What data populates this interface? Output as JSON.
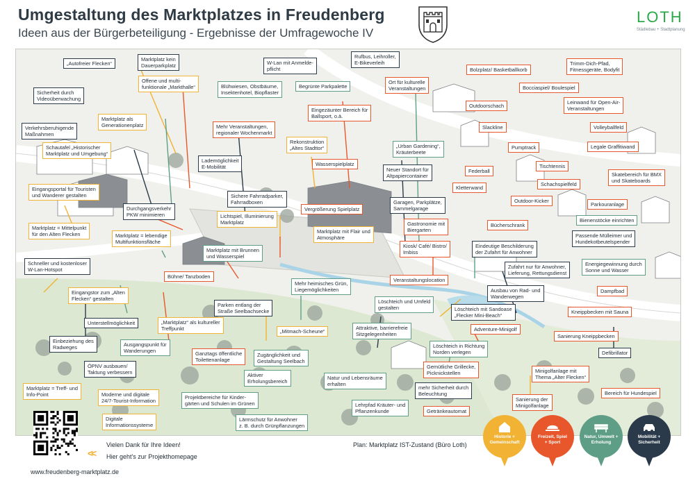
{
  "header": {
    "title": "Umgestaltung des Marktplatzes in Freudenberg",
    "subtitle": "Ideen aus der Bürgerbeteiligung - Ergebnisse der Umfragewoche IV",
    "logo": "LOTH",
    "logo_sub": "Städtebau + Stadtplanung"
  },
  "colors": {
    "historie": "#f2b233",
    "freizeit": "#e8572b",
    "natur": "#5f9e86",
    "mobil": "#2b3a4a"
  },
  "labels": [
    {
      "id": "l1",
      "text": "„Autofreier Flecken“",
      "cat": "mobil"
    },
    {
      "id": "l2",
      "text": "Marktplatz kein\nDauerparkplatz",
      "cat": "mobil"
    },
    {
      "id": "l3",
      "text": "Offene und multi-\nfunktionale „Markthalle“",
      "cat": "historie"
    },
    {
      "id": "l4",
      "text": "Sicherheit durch\nVideoüberwachung",
      "cat": "mobil"
    },
    {
      "id": "l5",
      "text": "Marktplatz als\nGenerationenplatz",
      "cat": "historie"
    },
    {
      "id": "l6",
      "text": "Verkehrsberuhigende\nMaßnahmen",
      "cat": "mobil"
    },
    {
      "id": "l7",
      "text": "Schautafel „Historischer\nMarktplatz und Umgebung“",
      "cat": "historie"
    },
    {
      "id": "l8",
      "text": "Eingangsportal für Touristen\nund Wanderer gestalten",
      "cat": "historie"
    },
    {
      "id": "l9",
      "text": "Durchgangsverkehr\nPKW minimieren",
      "cat": "mobil"
    },
    {
      "id": "l10",
      "text": "Marktplatz = Mittelpunkt\nfür den Alten Flecken",
      "cat": "historie"
    },
    {
      "id": "l11",
      "text": "Marktplatz = lebendige\nMultifunktionsfläche",
      "cat": "historie"
    },
    {
      "id": "l12",
      "text": "Schneller und kostenloser\nW-Lan-Hotspot",
      "cat": "mobil"
    },
    {
      "id": "l13",
      "text": "Bühne/ Tanzboden",
      "cat": "freizeit"
    },
    {
      "id": "l14",
      "text": "Eingangstor zum „Alten\nFlecken“ gestalten",
      "cat": "historie"
    },
    {
      "id": "l15",
      "text": "Unterstellmöglichkeit",
      "cat": "mobil"
    },
    {
      "id": "l16",
      "text": "„Marktplatz“ als kultureller\nTreffpunkt",
      "cat": "historie"
    },
    {
      "id": "l17",
      "text": "Einbeziehung des\nRadweges",
      "cat": "mobil"
    },
    {
      "id": "l18",
      "text": "Ausgangspunkt für\nWanderungen",
      "cat": "natur"
    },
    {
      "id": "l19",
      "text": "ÖPNV ausbauen/\nTaktung verbessern",
      "cat": "mobil"
    },
    {
      "id": "l20",
      "text": "Ganztags öffentliche\nToilettenanlage",
      "cat": "freizeit"
    },
    {
      "id": "l21",
      "text": "Marktplatz = Treff- und\nInfo-Point",
      "cat": "historie"
    },
    {
      "id": "l22",
      "text": "Moderne und digitale\n24/7-Tourist-Information",
      "cat": "historie"
    },
    {
      "id": "l23",
      "text": "Digitale\nInformationssysteme",
      "cat": "historie"
    },
    {
      "id": "l24",
      "text": "Projektbereiche für Kinder-\ngärten und Schulen im Grünen",
      "cat": "natur"
    },
    {
      "id": "l25",
      "text": "Lärmschutz für Anwohner\nz. B. durch Grünpflanzungen",
      "cat": "natur"
    },
    {
      "id": "l26",
      "text": "W-Lan mit Anmelde-\npflicht",
      "cat": "mobil"
    },
    {
      "id": "l27",
      "text": "Rufbus, Leihroller,\nE-Bikeverleih",
      "cat": "mobil"
    },
    {
      "id": "l28",
      "text": "Blühwiesen, Obstbäume,\nInsektenhotel, Biopflaster",
      "cat": "natur"
    },
    {
      "id": "l29",
      "text": "Begrünte Parkpalette",
      "cat": "natur"
    },
    {
      "id": "l30",
      "text": "Ort für kulturelle\nVeranstaltungen",
      "cat": "freizeit"
    },
    {
      "id": "l31",
      "text": "Eingezäunter Bereich für\nBallsport, o.ä.",
      "cat": "freizeit"
    },
    {
      "id": "l32",
      "text": "Mehr Veranstaltungen,\nregionaler Wochenmarkt",
      "cat": "freizeit"
    },
    {
      "id": "l33",
      "text": "Rekonstruktion\n„Altes Stadttor“",
      "cat": "historie"
    },
    {
      "id": "l34",
      "text": "„Urban Gardening“,\nKräuterbeete",
      "cat": "natur"
    },
    {
      "id": "l35",
      "text": "Lademöglichkeit\nE-Mobilität",
      "cat": "mobil"
    },
    {
      "id": "l36",
      "text": "Wasserspielplatz",
      "cat": "freizeit"
    },
    {
      "id": "l37",
      "text": "Neuer Standort für\nAltpapiercontainer",
      "cat": "mobil"
    },
    {
      "id": "l38",
      "text": "Sichere Fahrradparker,\nFahrradboxen",
      "cat": "mobil"
    },
    {
      "id": "l39",
      "text": "Garagen, Parkplätze,\nSammelgarage",
      "cat": "mobil"
    },
    {
      "id": "l40",
      "text": "Vergrößerung Spielplatz",
      "cat": "freizeit"
    },
    {
      "id": "l41",
      "text": "Lichtspiel, Illuminierung\nMarktplatz",
      "cat": "historie"
    },
    {
      "id": "l42",
      "text": "Gastronomie mit\nBiergarten",
      "cat": "freizeit"
    },
    {
      "id": "l43",
      "text": "Marktplatz mit Flair und\nAtmosphäre",
      "cat": "historie"
    },
    {
      "id": "l44",
      "text": "Marktplatz mit Brunnen\nund Wasserspiel",
      "cat": "natur"
    },
    {
      "id": "l45",
      "text": "Kiosk/ Café/ Bistro/\nImbiss",
      "cat": "freizeit"
    },
    {
      "id": "l46",
      "text": "Mehr heimisches Grün,\nLiegemöglichkeiten",
      "cat": "natur"
    },
    {
      "id": "l47",
      "text": "Veranstaltungslocation",
      "cat": "freizeit"
    },
    {
      "id": "l48",
      "text": "Parken entlang der\nStraße Seelbachsecke",
      "cat": "mobil"
    },
    {
      "id": "l49",
      "text": "Löschteich und Umfeld\ngestalten",
      "cat": "natur"
    },
    {
      "id": "l50",
      "text": "„Mitmach-Scheune“",
      "cat": "historie"
    },
    {
      "id": "l51",
      "text": "Attraktive, barrierefreie\nSitzgelegenheiten",
      "cat": "natur"
    },
    {
      "id": "l52",
      "text": "Zugänglichkeit und\nGestaltung Seelbach",
      "cat": "natur"
    },
    {
      "id": "l53",
      "text": "Aktiver\nErholungsbereich",
      "cat": "natur"
    },
    {
      "id": "l54",
      "text": "Natur und Lebensräume\nerhalten",
      "cat": "natur"
    },
    {
      "id": "l55",
      "text": "Lehrpfad Kräuter- und\nPflanzenkunde",
      "cat": "natur"
    },
    {
      "id": "l56",
      "text": "Bolzplatz/ Basketballkorb",
      "cat": "freizeit"
    },
    {
      "id": "l57",
      "text": "Trimm-Dich-Pfad,\nFitnessgeräte, Bodyfit",
      "cat": "freizeit"
    },
    {
      "id": "l58",
      "text": "Bocciaspiel/ Boulespiel",
      "cat": "freizeit"
    },
    {
      "id": "l59",
      "text": "Outdoorschach",
      "cat": "freizeit"
    },
    {
      "id": "l60",
      "text": "Leinwand für Open-Air-\nVeranstaltungen",
      "cat": "freizeit"
    },
    {
      "id": "l61",
      "text": "Slackline",
      "cat": "freizeit"
    },
    {
      "id": "l62",
      "text": "Volleyballfeld",
      "cat": "freizeit"
    },
    {
      "id": "l63",
      "text": "Pumptrack",
      "cat": "freizeit"
    },
    {
      "id": "l64",
      "text": "Legale Graffitiwand",
      "cat": "freizeit"
    },
    {
      "id": "l65",
      "text": "Tischtennis",
      "cat": "freizeit"
    },
    {
      "id": "l66",
      "text": "Federball",
      "cat": "freizeit"
    },
    {
      "id": "l67",
      "text": "Skatebereich für BMX\nund Skateboards",
      "cat": "freizeit"
    },
    {
      "id": "l68",
      "text": "Schachspielfeld",
      "cat": "freizeit"
    },
    {
      "id": "l69",
      "text": "Kletterwand",
      "cat": "freizeit"
    },
    {
      "id": "l70",
      "text": "Outdoor-Kicker",
      "cat": "freizeit"
    },
    {
      "id": "l71",
      "text": "Parkouranlage",
      "cat": "freizeit"
    },
    {
      "id": "l72",
      "text": "Bücherschrank",
      "cat": "freizeit"
    },
    {
      "id": "l73",
      "text": "Bienenstöcke einrichten",
      "cat": "natur"
    },
    {
      "id": "l74",
      "text": "Passende Mülleimer und\nHundekotbeutelspender",
      "cat": "mobil"
    },
    {
      "id": "l75",
      "text": "Eindeutige Beschilderung\nder Zufahrt für Anwohner",
      "cat": "mobil"
    },
    {
      "id": "l76",
      "text": "Energiegewinnung durch\nSonne und Wasser",
      "cat": "natur"
    },
    {
      "id": "l77",
      "text": "Zufahrt nur für Anwohner,\nLieferung, Rettungsdienst",
      "cat": "mobil"
    },
    {
      "id": "l78",
      "text": "Dampfbad",
      "cat": "freizeit"
    },
    {
      "id": "l79",
      "text": "Ausbau von Rad- und\nWanderwegen",
      "cat": "mobil"
    },
    {
      "id": "l80",
      "text": "Löschteich mit Sandoase\n„Flecker Mini-Beach“",
      "cat": "mobil"
    },
    {
      "id": "l81",
      "text": "Kneippbecken mit Sauna",
      "cat": "freizeit"
    },
    {
      "id": "l82",
      "text": "Adventure-Minigolf",
      "cat": "freizeit"
    },
    {
      "id": "l83",
      "text": "Sanierung Kneippbecken",
      "cat": "freizeit"
    },
    {
      "id": "l84",
      "text": "Löschteich in Richtung\nNorden verlegen",
      "cat": "natur"
    },
    {
      "id": "l85",
      "text": "Defibrillator",
      "cat": "mobil"
    },
    {
      "id": "l86",
      "text": "Gemütliche Grillecke,\nPicknickstellen",
      "cat": "freizeit"
    },
    {
      "id": "l87",
      "text": "Minigolfanlage mit\nThema „Alter Flecken“",
      "cat": "freizeit"
    },
    {
      "id": "l88",
      "text": "mehr Sicherheit durch\nBeleuchtung",
      "cat": "mobil"
    },
    {
      "id": "l89",
      "text": "Sanierung der\nMinigolfanlage",
      "cat": "freizeit"
    },
    {
      "id": "l90",
      "text": "Bereich für Hundespiel",
      "cat": "freizeit"
    },
    {
      "id": "l91",
      "text": "Getränkeautomat",
      "cat": "freizeit"
    }
  ],
  "footer": {
    "thanks": "Vielen Dank für Ihre Ideen!",
    "homepage": "Hier geht's zur Projekthomepage",
    "url": "www.freudenberg-marktplatz.de",
    "plan": "Plan: Marktplatz IST-Zustand (Büro Loth)"
  },
  "legend": [
    {
      "label": "Historie +\nGemeinschaft",
      "color": "#f2b233",
      "icon": "house-icon"
    },
    {
      "label": "Freizeit, Spiel\n+ Sport",
      "color": "#e8572b",
      "icon": "cap-icon"
    },
    {
      "label": "Natur, Umwelt +\nErholung",
      "color": "#5f9e86",
      "icon": "bench-icon"
    },
    {
      "label": "Mobilität +\nSicherheit",
      "color": "#2b3a4a",
      "icon": "car-icon"
    }
  ]
}
